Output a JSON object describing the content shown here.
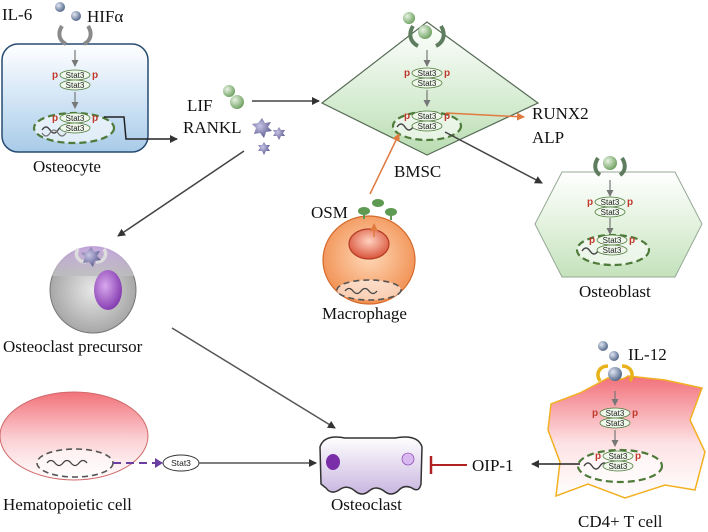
{
  "labels": {
    "il6": "IL-6",
    "hifa": "HIFα",
    "osteocyte": "Osteocyte",
    "lif": "LIF",
    "rankl": "RANKL",
    "bmsc": "BMSC",
    "runx2": "RUNX2",
    "alp": "ALP",
    "osm": "OSM",
    "macrophage": "Macrophage",
    "osteoblast": "Osteoblast",
    "osteoclast_precursor": "Osteoclast precursor",
    "hematopoietic": "Hematopoietic cell",
    "osteoclast": "Osteoclast",
    "oip1": "OIP-1",
    "il12": "IL-12",
    "cd4": "CD4+ T cell"
  },
  "stat_label": "Stat3",
  "phospho_label": "p",
  "colors": {
    "arrow_dark": "#333333",
    "arrow_orange": "#e07a3f",
    "inhibit_red": "#b22222",
    "dashed_green": "#4e7a3a",
    "dashed_purple": "#6a3fa0"
  }
}
